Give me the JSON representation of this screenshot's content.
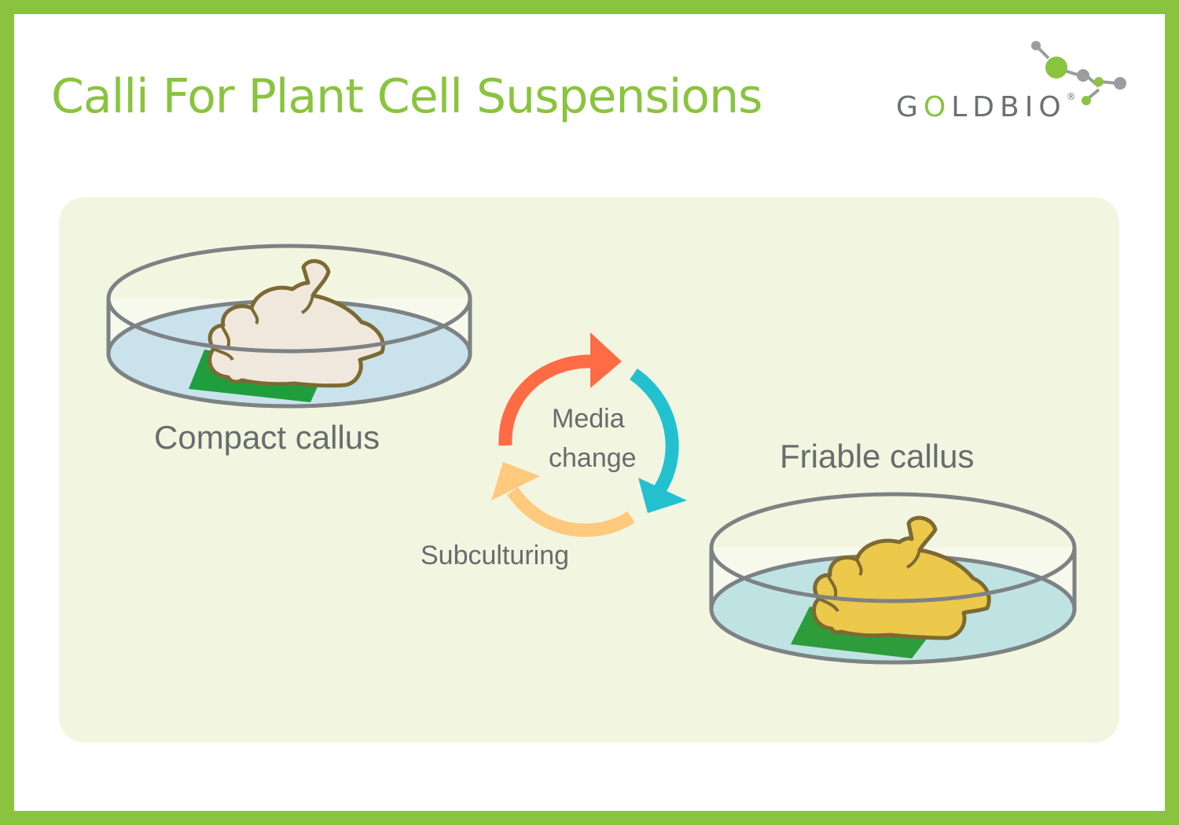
{
  "title": "Calli For Plant Cell Suspensions",
  "logo": {
    "text_before": "G",
    "text_accent": "O",
    "text_after": "LDBIO",
    "registered": "®",
    "icon": "molecule-icon"
  },
  "labels": {
    "compact": "Compact callus",
    "friable": "Friable callus",
    "media_line1": "Media",
    "media_line2": "change",
    "subculturing": "Subculturing"
  },
  "colors": {
    "frame": "#8ac43f",
    "title": "#8ac43f",
    "panel": "#f2f6e0",
    "dish_outline": "#7d8285",
    "dish_media_compact": "#c9e2ec",
    "dish_media_friable": "#bfe3e3",
    "compact_callus": "#f0e8dc",
    "friable_callus": "#ecc84b",
    "callus_outline": "#7d6a33",
    "explant_green": "#1f9e3e",
    "arrow_orange": "#ff6b45",
    "arrow_cyan": "#23c1d0",
    "arrow_peach": "#ffc97e"
  }
}
